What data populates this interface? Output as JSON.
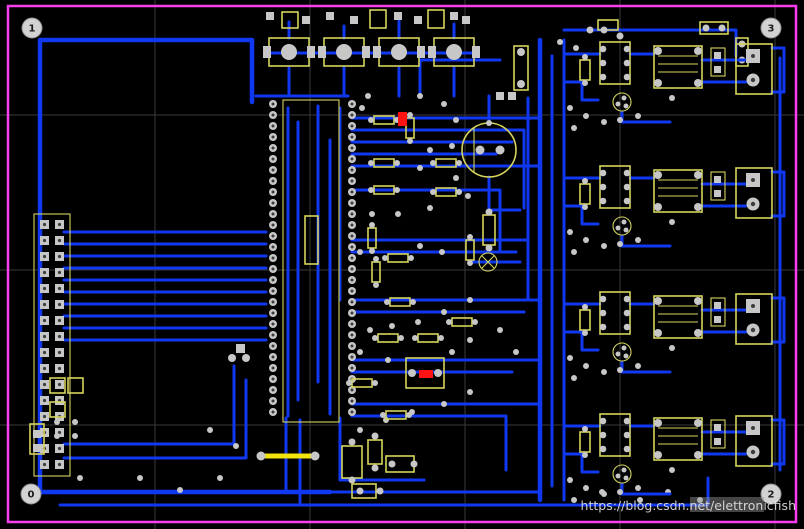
{
  "corner_markers": {
    "top_left": "1",
    "top_right": "3",
    "bottom_left": "0",
    "bottom_right": "2"
  },
  "watermark": {
    "text": "https://blog.csdn.net/elettronicfish"
  },
  "colors": {
    "background": "#000000",
    "board_outline": "#fb3df2",
    "trace_blue": "#1038f0",
    "silk_yellow": "#d6d45e",
    "pad_gray": "#c7c7c7",
    "hole_gray": "#3c3c3c",
    "grid_gray": "#3a3a3a",
    "fiducial_gray": "#d2d2d2",
    "highlight_red": "#ff1212",
    "highlight_yellow": "#f2e40c",
    "watermark_gray": "#e2e2e2"
  }
}
